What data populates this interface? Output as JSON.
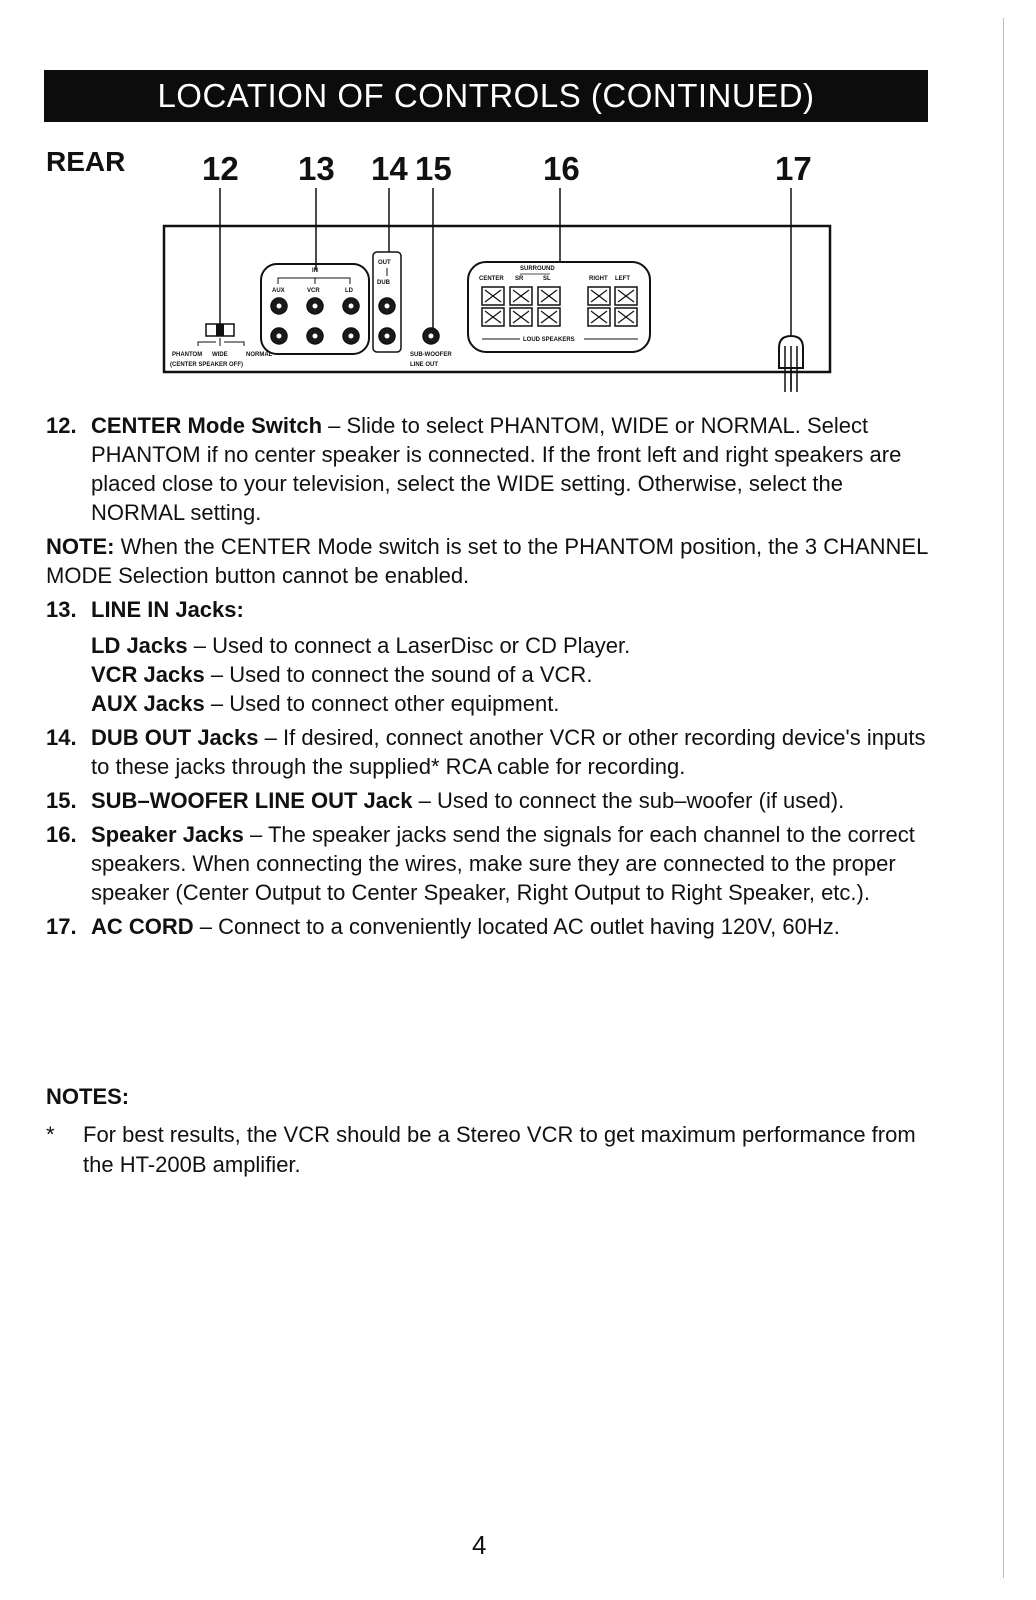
{
  "header": {
    "title": "LOCATION OF CONTROLS (CONTINUED)"
  },
  "rear_label": "REAR",
  "diagram": {
    "callouts": [
      "12",
      "13",
      "14",
      "15",
      "16",
      "17"
    ],
    "panel_labels": {
      "in": "IN",
      "aux": "AUX",
      "vcr": "VCR",
      "ld": "LD",
      "out": "OUT",
      "dub": "DUB",
      "surround": "SURROUND",
      "center": "CENTER",
      "sr": "SR",
      "sl": "SL",
      "right": "RIGHT",
      "left": "LEFT",
      "loud_speakers": "LOUD SPEAKERS",
      "phantom": "PHANTOM",
      "wide": "WIDE",
      "normal": "NORMAL",
      "center_speaker_off": "(CENTER SPEAKER OFF)",
      "sub_woofer": "SUB-WOOFER",
      "line_out": "LINE OUT"
    }
  },
  "items": [
    {
      "num": "12.",
      "title": "CENTER Mode Switch",
      "text": " – Slide to select PHANTOM, WIDE or NORMAL. Select PHANTOM if no center speaker is connected. If the front left and right speakers are placed close to your television, select the WIDE setting. Otherwise, select the NORMAL setting."
    },
    {
      "note_label": "NOTE:",
      "note_text": " When the CENTER Mode switch is set to the PHANTOM position, the 3 CHANNEL MODE Selection button cannot be enabled."
    },
    {
      "num": "13.",
      "title": "LINE IN Jacks:",
      "subs": [
        {
          "title": "LD Jacks",
          "text": " – Used to connect a LaserDisc or CD Player."
        },
        {
          "title": "VCR Jacks",
          "text": " – Used to connect the sound of a VCR."
        },
        {
          "title": "AUX Jacks",
          "text": " – Used to connect other equipment."
        }
      ]
    },
    {
      "num": "14.",
      "title": "DUB OUT Jacks",
      "text": " – If desired, connect another VCR or other recording device's inputs to these jacks through the supplied* RCA cable for recording."
    },
    {
      "num": "15.",
      "title": "SUB–WOOFER LINE OUT Jack",
      "text": " – Used to connect the sub–woofer (if used)."
    },
    {
      "num": "16.",
      "title": "Speaker Jacks",
      "text": " – The speaker jacks send the signals for each channel to the correct speakers. When connecting the wires, make sure they are connected to the proper speaker (Center Output to Center Speaker, Right Output to Right Speaker, etc.)."
    },
    {
      "num": "17.",
      "title": "AC CORD",
      "text": " – Connect to a conveniently located AC outlet having 120V, 60Hz."
    }
  ],
  "notes": {
    "title": "NOTES:",
    "footnote_mark": "*",
    "footnote_text": "For best results, the VCR should be a Stereo VCR to get maximum performance from the HT-200B amplifier."
  },
  "page_number": "4"
}
